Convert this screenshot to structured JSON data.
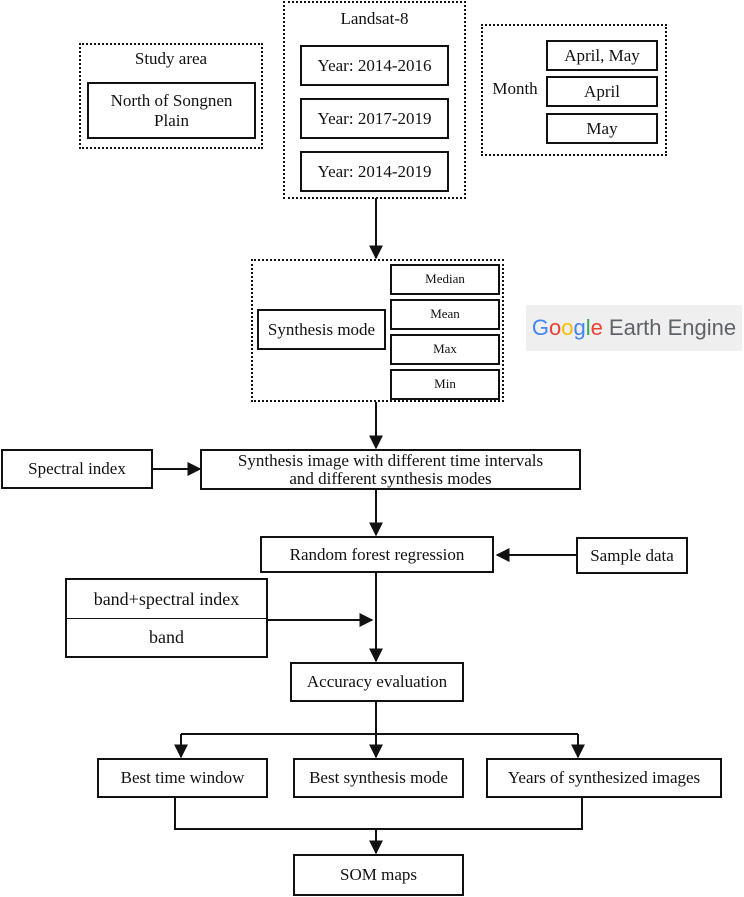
{
  "study_area": {
    "title": "Study area",
    "region": "North of Songnen Plain"
  },
  "landsat": {
    "title": "Landsat-8",
    "years": [
      "Year: 2014-2016",
      "Year: 2017-2019",
      "Year: 2014-2019"
    ]
  },
  "month": {
    "title": "Month",
    "options": [
      "April, May",
      "April",
      "May"
    ]
  },
  "synthesis": {
    "label": "Synthesis mode",
    "modes": [
      "Median",
      "Mean",
      "Max",
      "Min"
    ]
  },
  "gee_logo": {
    "text": "Google Earth Engine"
  },
  "spectral_index": "Spectral index",
  "synthesis_image": {
    "line1": "Synthesis image with different time intervals",
    "line2": "and different synthesis modes"
  },
  "random_forest": "Random forest regression",
  "sample_data": "Sample data",
  "features": {
    "option1": "band+spectral index",
    "option2": "band"
  },
  "accuracy": "Accuracy evaluation",
  "outputs": [
    "Best time window",
    "Best synthesis mode",
    "Years of synthesized images"
  ],
  "som": "SOM maps"
}
